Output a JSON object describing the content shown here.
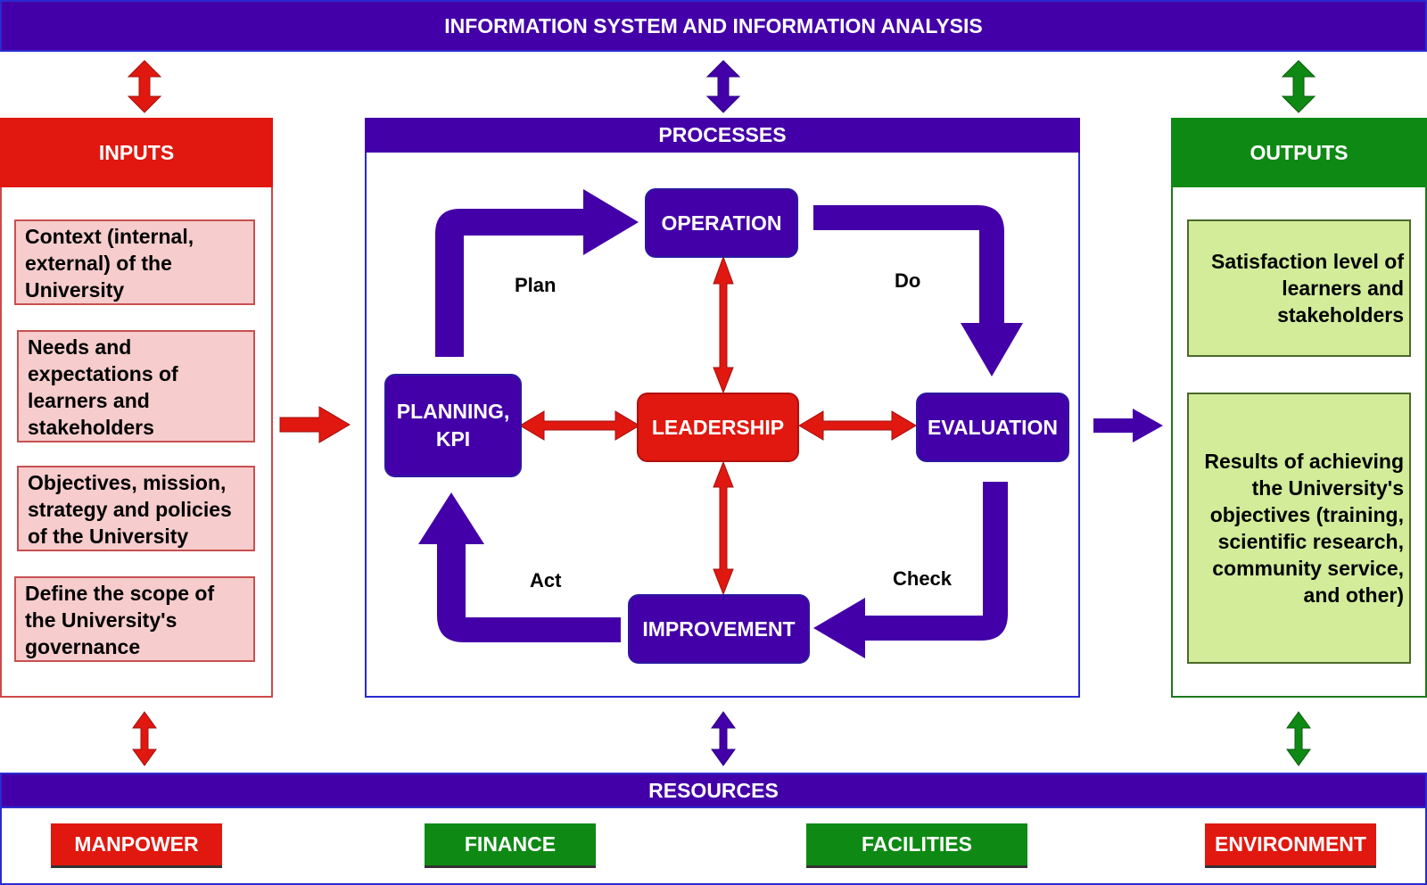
{
  "colors": {
    "primary_purple": "#4400a8",
    "red": "#e0180f",
    "green": "#0e8a14",
    "input_fill": "#f6cccc",
    "output_fill": "#d2ec9a"
  },
  "header": {
    "title": "INFORMATION SYSTEM AND INFORMATION ANALYSIS"
  },
  "inputs": {
    "title": "INPUTS",
    "items": [
      "Context (internal, external) of the University",
      "Needs and expectations of learners and stakeholders",
      "Objectives, mission, strategy and policies of the University",
      "Define the scope of the University's governance"
    ]
  },
  "processes": {
    "title": "PROCESSES",
    "nodes": {
      "operation": "OPERATION",
      "planning": "PLANNING, KPI",
      "leadership": "LEADERSHIP",
      "evaluation": "EVALUATION",
      "improvement": "IMPROVEMENT"
    },
    "cycle_labels": {
      "plan": "Plan",
      "do": "Do",
      "check": "Check",
      "act": "Act"
    }
  },
  "outputs": {
    "title": "OUTPUTS",
    "items": [
      "Satisfaction level of learners and stakeholders",
      "Results of achieving the University's objectives (training, scientific research, community service, and other)"
    ]
  },
  "resources": {
    "title": "RESOURCES",
    "items": [
      "MANPOWER",
      "FINANCE",
      "FACILITIES",
      "ENVIRONMENT"
    ]
  }
}
